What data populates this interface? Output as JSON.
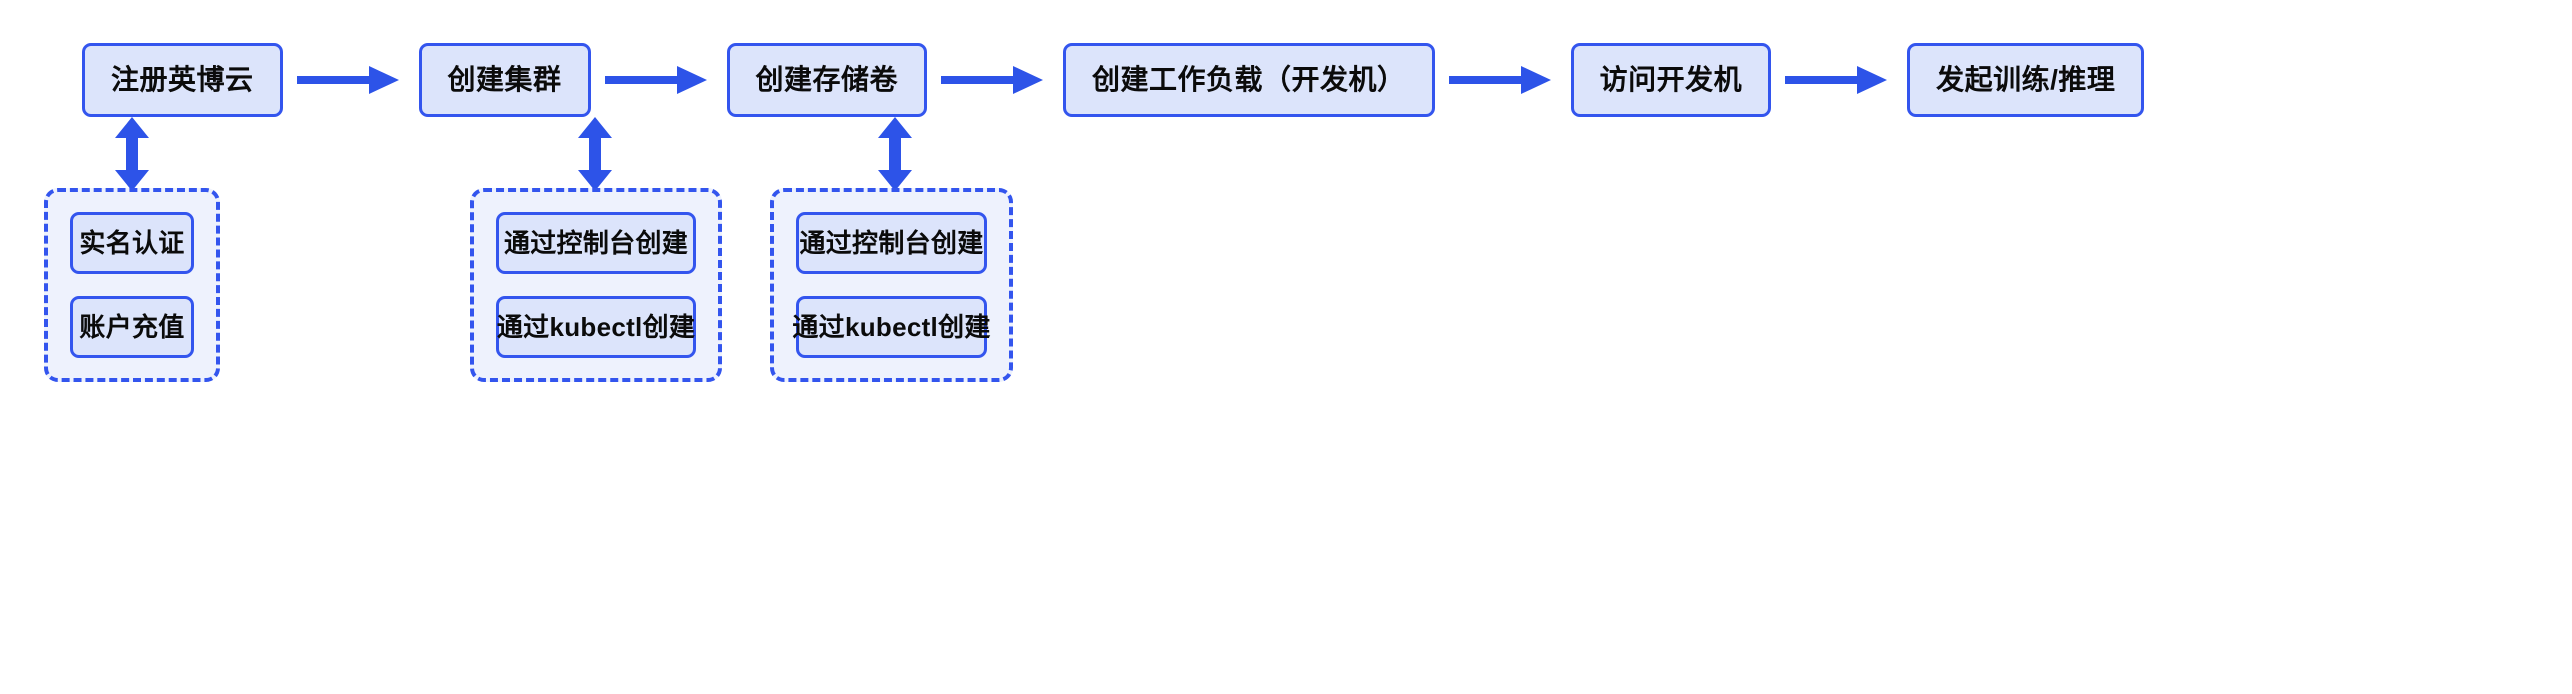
{
  "diagram": {
    "type": "flowchart",
    "orientation": "left-to-right",
    "colors": {
      "box_border": "#3355ee",
      "box_fill": "#dce4fb",
      "arrow": "#2d53e8",
      "group_fill": "#eef2fd",
      "group_border": "#3355ee",
      "text": "#0b0b0b",
      "background": "#ffffff"
    },
    "steps": [
      {
        "id": "step-1",
        "label": "注册英博云"
      },
      {
        "id": "step-2",
        "label": "创建集群"
      },
      {
        "id": "step-3",
        "label": "创建存储卷"
      },
      {
        "id": "step-4",
        "label": "创建工作负载（开发机）"
      },
      {
        "id": "step-5",
        "label": "访问开发机"
      },
      {
        "id": "step-6",
        "label": "发起训练/推理"
      }
    ],
    "connectors": {
      "horizontal_arrow": "arrow-right-icon",
      "vertical_arrow": "arrow-up-down-icon"
    },
    "groups": [
      {
        "id": "group-1",
        "parent": "step-1",
        "items": [
          {
            "label": "实名认证"
          },
          {
            "label": "账户充值"
          }
        ]
      },
      {
        "id": "group-2",
        "parent": "step-3",
        "items": [
          {
            "label": "通过控制台创建"
          },
          {
            "label": "通过kubectl创建"
          }
        ]
      },
      {
        "id": "group-3",
        "parent": "step-4",
        "items": [
          {
            "label": "通过控制台创建"
          },
          {
            "label": "通过kubectl创建"
          }
        ]
      }
    ]
  }
}
